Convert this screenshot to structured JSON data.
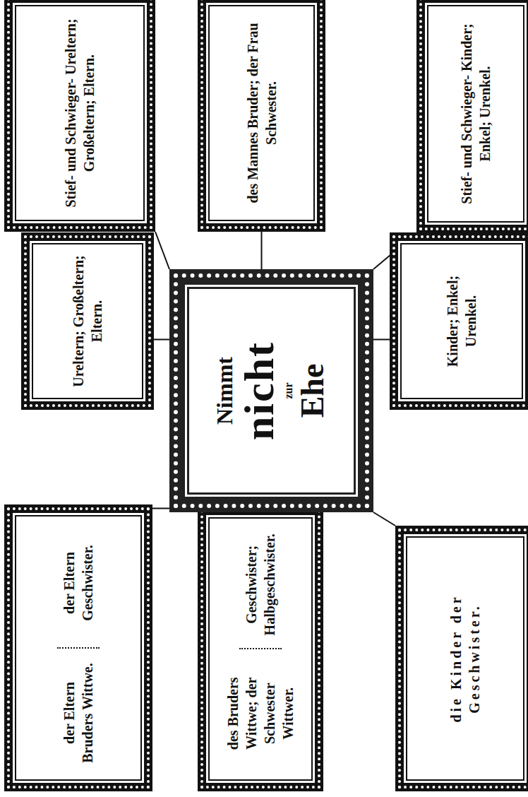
{
  "diagram": {
    "nodes": [
      {
        "text": [
          "der Eltern Bruders Wittwe.",
          "der Eltern Geschwister."
        ]
      },
      {
        "text": [
          "Ureltern; Großeltern; Eltern."
        ]
      },
      {
        "text": [
          "Stief- und Schwieger- Ureltern; Großeltern; Eltern."
        ]
      },
      {
        "text": [
          "des Bruders Wittwe; der Schwester Wittwer.",
          "Geschwister; Halbgeschwister."
        ]
      },
      {
        "text": [
          "Nimmt",
          "nicht",
          "zur",
          "Ehe"
        ]
      },
      {
        "text": [
          "des Mannes Bruder; der Frau Schwester."
        ]
      },
      {
        "text": [
          "die Kinder der Geschwister."
        ]
      },
      {
        "text": [
          "Kinder; Enkel; Urenkel."
        ]
      },
      {
        "text": [
          "Stief- und Schwieger- Kinder; Enkel; Urenkel."
        ]
      }
    ],
    "edges": [
      {
        "from": 4,
        "to": 0,
        "arrow": "none"
      },
      {
        "from": 4,
        "to": 1,
        "arrow": "none"
      },
      {
        "from": 4,
        "to": 2,
        "arrow": "none"
      },
      {
        "from": 4,
        "to": 3,
        "arrow": "none"
      },
      {
        "from": 4,
        "to": 5,
        "arrow": "none"
      },
      {
        "from": 4,
        "to": 6,
        "arrow": "none"
      },
      {
        "from": 4,
        "to": 7,
        "arrow": "none"
      },
      {
        "from": 4,
        "to": 8,
        "arrow": "none"
      }
    ]
  }
}
